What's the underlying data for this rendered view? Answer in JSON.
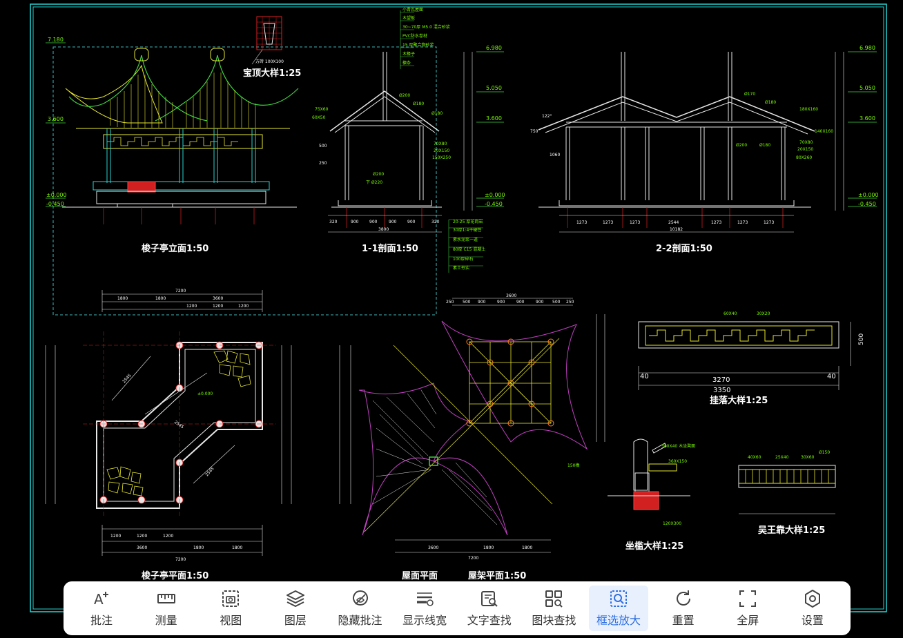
{
  "drawing": {
    "labels": {
      "elevation": "梭子亭立面1:50",
      "section11": "1-1剖面1:50",
      "section22": "2-2剖面1:50",
      "finial": "宝顶大样1:25",
      "plan": "梭子亭平面1:50",
      "roof_plan": "屋面平面",
      "framing_plan": "屋架平面1:50",
      "hanging_fascia": "挂落大样1:25",
      "bench": "坐槛大样1:25",
      "railing": "吴王靠大样1:25"
    },
    "levels": {
      "top": "6.980",
      "eave_upper": "5.050",
      "eave": "3.600",
      "ground": "±0.000",
      "base": "-0.450",
      "top_left": "7.180"
    },
    "dims": {
      "d7200": "7200",
      "d1800": "1800",
      "d1200": "1200",
      "d3600": "3600",
      "d2545": "2545",
      "d900": "900",
      "d320": "320",
      "d3800": "3800",
      "d1273": "1273",
      "d2544": "2544",
      "d10182": "10182",
      "d3270": "3270",
      "d3350": "3350",
      "d40": "40",
      "d500": "500",
      "d250": "250",
      "d122": "122°",
      "d1060": "1060",
      "d750": "750"
    },
    "notes": {
      "finial_size": "方砖 100X100",
      "plan_level": "±0.000",
      "pipe1": "Ø200",
      "pipe2": "Ø180",
      "pipe3": "Ø170",
      "beam1": "70X80",
      "beam2": "20X150",
      "beam3": "150X250",
      "beam4": "180X160",
      "beam5": "140X160",
      "beam6": "80X260",
      "fascia_a": "60X40",
      "fascia_b": "30X20",
      "bench_a": "380X40 木坐凳面",
      "bench_b": "360X150",
      "bench_c": "120X300",
      "rail_a": "40X60",
      "rail_b": "25X40",
      "rail_c": "30X60",
      "rail_d": "Ø150",
      "roof_note": "150椽"
    }
  },
  "toolbar": {
    "items": [
      {
        "label": "批注",
        "icon": "annotate-icon"
      },
      {
        "label": "测量",
        "icon": "ruler-icon"
      },
      {
        "label": "视图",
        "icon": "view-icon"
      },
      {
        "label": "图层",
        "icon": "layers-icon"
      },
      {
        "label": "隐藏批注",
        "icon": "hide-annotation-icon"
      },
      {
        "label": "显示线宽",
        "icon": "line-width-icon"
      },
      {
        "label": "文字查找",
        "icon": "text-search-icon"
      },
      {
        "label": "图块查找",
        "icon": "block-search-icon"
      },
      {
        "label": "框选放大",
        "icon": "box-zoom-icon"
      },
      {
        "label": "重置",
        "icon": "reset-icon"
      },
      {
        "label": "全屏",
        "icon": "fullscreen-icon"
      },
      {
        "label": "设置",
        "icon": "settings-icon"
      }
    ],
    "active_index": 8,
    "active_color": "#2f6fe0"
  }
}
